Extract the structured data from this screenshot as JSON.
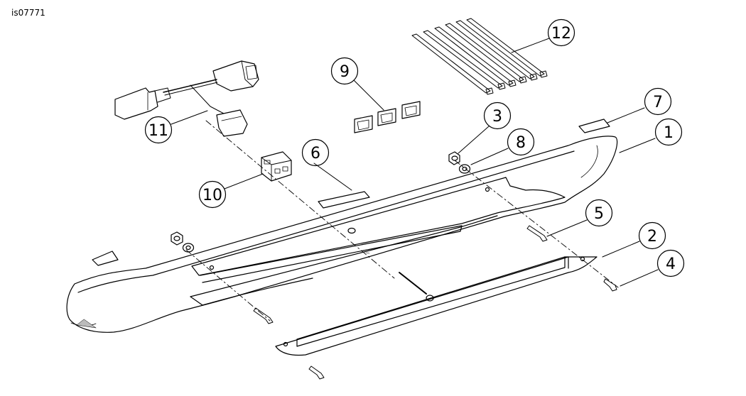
{
  "diagram_id": "is07771",
  "callouts": [
    {
      "label": "1"
    },
    {
      "label": "2"
    },
    {
      "label": "3"
    },
    {
      "label": "4"
    },
    {
      "label": "5"
    },
    {
      "label": "6"
    },
    {
      "label": "7"
    },
    {
      "label": "8"
    },
    {
      "label": "9"
    },
    {
      "label": "10"
    },
    {
      "label": "11"
    },
    {
      "label": "12"
    }
  ],
  "colors": {
    "line": "#000000",
    "fill": "#ffffff"
  }
}
